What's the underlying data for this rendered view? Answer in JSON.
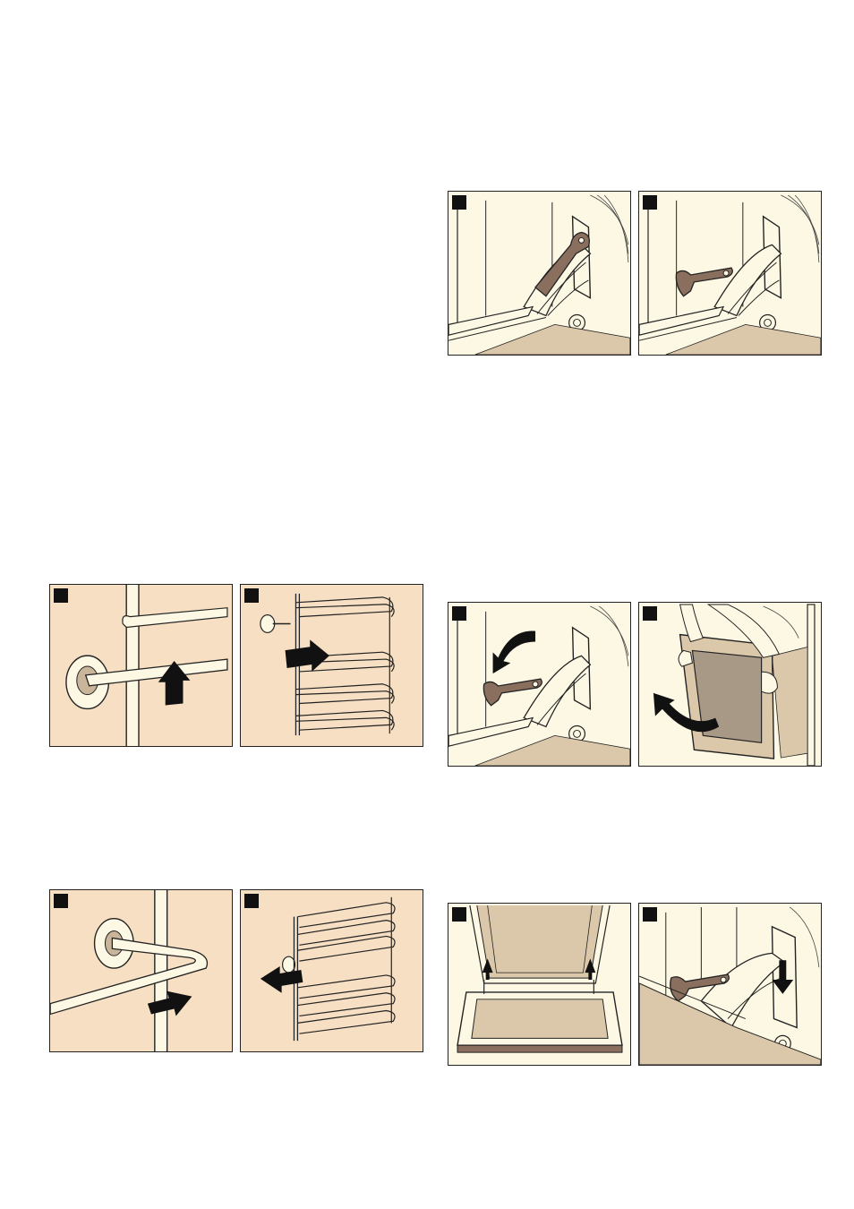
{
  "page": {
    "background": "#ffffff"
  },
  "colors": {
    "peach_panel": "#f6dfc3",
    "cream_panel": "#fcf8e3",
    "tan_floor": "#dbc7aa",
    "hinge_brown": "#8a6e5e",
    "door_glass": "#a89886",
    "line": "#222222",
    "marker": "#111111"
  },
  "figures": [
    {
      "name": "hinge-lever-closed",
      "icon": "hinge-lever-icon"
    },
    {
      "name": "hinge-lever-open",
      "icon": "hinge-lever-icon"
    },
    {
      "name": "hinge-lever-fold-down",
      "icon": "rotate-arrow-icon"
    },
    {
      "name": "door-lift-out",
      "icon": "door-icon"
    },
    {
      "name": "door-reinsert",
      "icon": "door-icon"
    },
    {
      "name": "hinge-relock",
      "icon": "down-arrow-icon"
    },
    {
      "name": "rack-unhook",
      "icon": "up-arrow-icon"
    },
    {
      "name": "rack-pull-out",
      "icon": "right-arrow-icon"
    },
    {
      "name": "rack-hook-in",
      "icon": "right-arrow-icon"
    },
    {
      "name": "rack-push-in",
      "icon": "left-arrow-icon"
    }
  ]
}
